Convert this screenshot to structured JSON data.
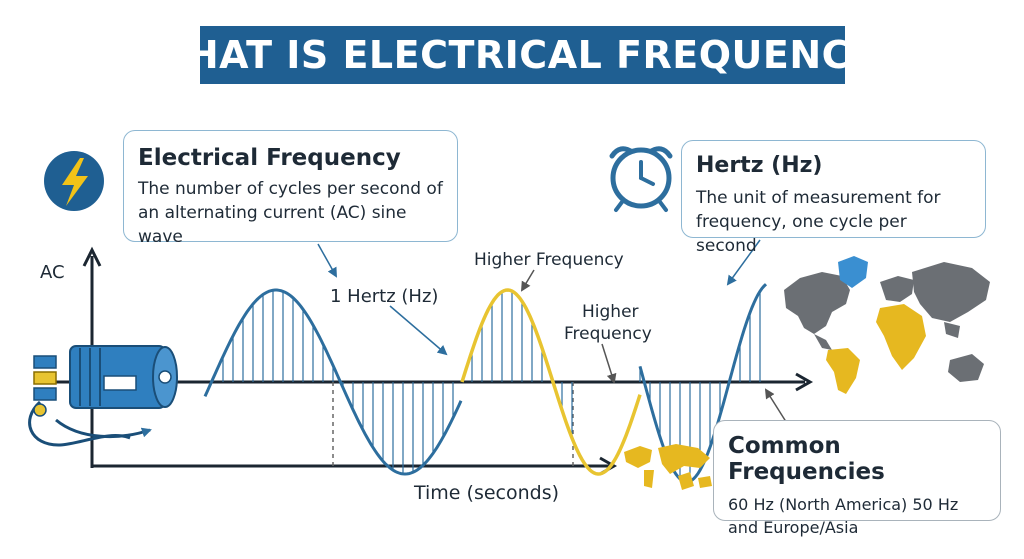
{
  "title": "WHAT IS ELECTRICAL FREQUENCY?",
  "callouts": {
    "electrical_frequency": {
      "title": "Electrical Frequency",
      "body_line1": "The number of cycles per second of",
      "body_line2": "an alternating current (AC) sine wave"
    },
    "hertz": {
      "title": "Hertz (Hz)",
      "body_line1": "The unit of measurement for",
      "body_line2": "frequency, one cycle per second"
    },
    "common_frequencies": {
      "title": "Common Frequencies",
      "body_line1": "60 Hz (North America) 50 Hz",
      "body_line2": "and Europe/Asia"
    }
  },
  "labels": {
    "y_axis": "AC",
    "x_axis": "Time (seconds)",
    "one_hertz": "1 Hertz (Hz)",
    "higher_frequency_top": "Higher Frequency",
    "higher_frequency_mid_1": "Higher",
    "higher_frequency_mid_2": "Frequency"
  },
  "colors": {
    "banner": "#1f5f92",
    "wave_blue": "#2d6e9e",
    "wave_yellow": "#e8c431",
    "axis": "#1b2631",
    "map_grey": "#6b6f74",
    "map_yellow": "#e6b820",
    "map_blue": "#3a8fd1"
  },
  "icons": {
    "lightning": "lightning-bolt-icon",
    "clock": "alarm-clock-icon",
    "generator": "generator-icon",
    "world_map": "world-map-icon"
  }
}
